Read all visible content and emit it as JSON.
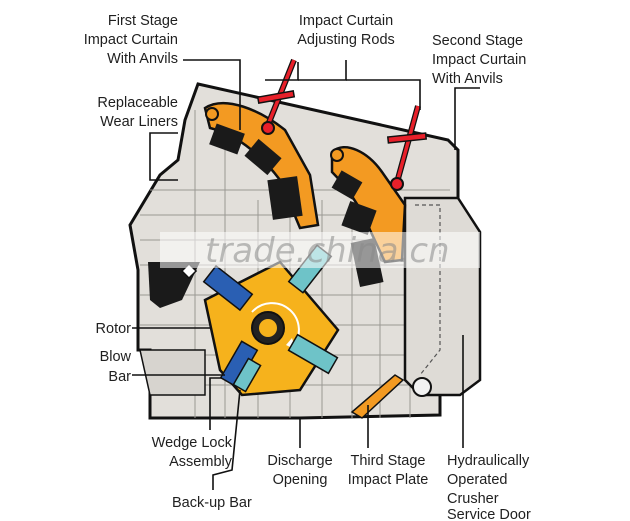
{
  "labels": {
    "first_stage": [
      "First Stage",
      "Impact Curtain",
      "With Anvils"
    ],
    "adjusting_rods": [
      "Impact Curtain",
      "Adjusting Rods"
    ],
    "second_stage": [
      "Second Stage",
      "Impact Curtain",
      "With Anvils"
    ],
    "wear_liners": [
      "Replaceable",
      "Wear Liners"
    ],
    "rotor": [
      "Rotor"
    ],
    "blow_bar": [
      "Blow",
      "Bar"
    ],
    "wedge_lock": [
      "Wedge Lock",
      "Assembly"
    ],
    "backup_bar": [
      "Back-up Bar"
    ],
    "discharge": [
      "Discharge",
      "Opening"
    ],
    "third_stage": [
      "Third Stage",
      "Impact Plate"
    ],
    "service_door": [
      "Hydraulically",
      "Operated",
      "Crusher",
      "Service Door"
    ]
  },
  "watermark": "trade.china.cn",
  "colors": {
    "housing": "#e2dfda",
    "door": "#dedbd6",
    "curtain": "#f39a22",
    "rotor": "#f6b21c",
    "rod": "#e8202a",
    "blow_bar_blue": "#2a5fb3",
    "blow_bar_teal": "#6ec3c8",
    "anvil": "#1a1a1a",
    "outline": "#111111"
  }
}
